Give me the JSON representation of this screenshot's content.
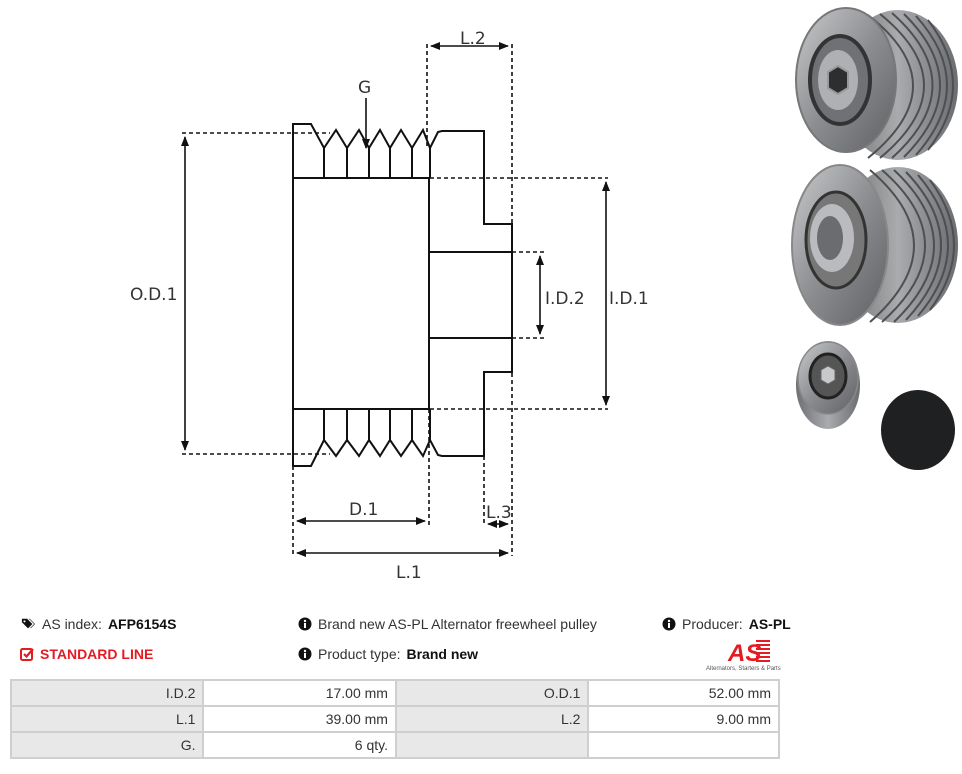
{
  "diagram": {
    "labels": {
      "groove": "G",
      "l2": "L.2",
      "od1": "O.D.1",
      "id2": "I.D.2",
      "id1": "I.D.1",
      "d1": "D.1",
      "l3": "L.3",
      "l1": "L.1"
    }
  },
  "photos": {
    "items": [
      "pulley-front-view",
      "pulley-rear-view",
      "pulley-with-cap"
    ]
  },
  "info": {
    "as_index_label": "AS index:",
    "as_index_value": "AFP6154S",
    "line_label": "STANDARD LINE",
    "description": "Brand new AS-PL Alternator freewheel pulley",
    "product_type_label": "Product type:",
    "product_type_value": "Brand new",
    "producer_label": "Producer:",
    "producer_value": "AS-PL",
    "logo_text": "AS",
    "logo_tagline": "Alternators, Starters & Parts"
  },
  "colors": {
    "accent_red": "#e31b23",
    "label_bg": "#e8e8e8",
    "border": "#cfcfcf"
  },
  "specs": {
    "rows": [
      [
        {
          "label": "I.D.2",
          "value": "17.00 mm"
        },
        {
          "label": "O.D.1",
          "value": "52.00 mm"
        }
      ],
      [
        {
          "label": "L.1",
          "value": "39.00 mm"
        },
        {
          "label": "L.2",
          "value": "9.00 mm"
        }
      ],
      [
        {
          "label": "G.",
          "value": "6 qty."
        },
        {
          "label": "",
          "value": ""
        }
      ]
    ]
  }
}
